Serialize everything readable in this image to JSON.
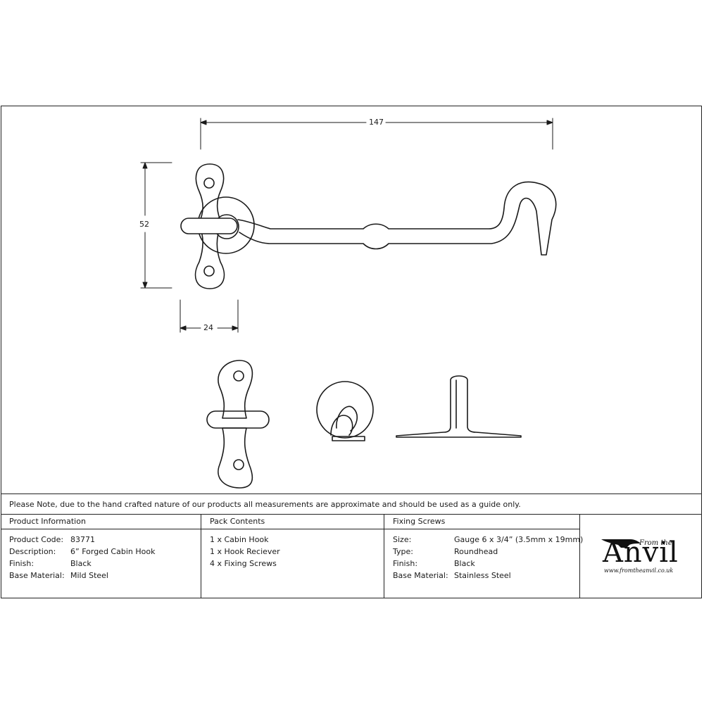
{
  "dimensions": {
    "width_mm": "147",
    "height_mm": "52",
    "plate_width_mm": "24"
  },
  "note": "Please Note, due to the hand crafted nature of our products all measurements are approximate and should be used as a guide only.",
  "product_info": {
    "header": "Product Information",
    "rows": [
      {
        "label": "Product Code:",
        "value": "83771"
      },
      {
        "label": "Description:",
        "value": "6” Forged Cabin Hook"
      },
      {
        "label": "Finish:",
        "value": "Black"
      },
      {
        "label": "Base Material:",
        "value": "Mild Steel"
      }
    ]
  },
  "pack_contents": {
    "header": "Pack Contents",
    "items": [
      "1 x Cabin Hook",
      "1 x Hook Reciever",
      "4 x Fixing Screws"
    ]
  },
  "fixing_screws": {
    "header": "Fixing Screws",
    "rows": [
      {
        "label": "Size:",
        "value": "Gauge 6 x 3/4” (3.5mm x 19mm)"
      },
      {
        "label": "Type:",
        "value": "Roundhead"
      },
      {
        "label": "Finish:",
        "value": "Black"
      },
      {
        "label": "Base Material:",
        "value": "Stainless Steel"
      }
    ]
  },
  "logo": {
    "from": "From the",
    "brand": "Anvil",
    "url": "www.fromtheanvil.co.uk"
  }
}
